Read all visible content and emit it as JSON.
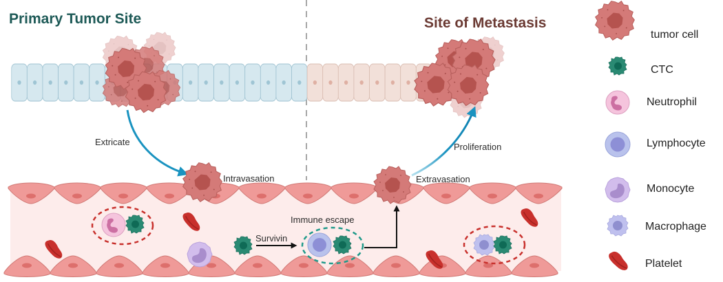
{
  "titles": {
    "primary": "Primary Tumor Site",
    "metastasis": "Site of Metastasis"
  },
  "colors": {
    "primary_title": "#1e5a57",
    "metastasis_title": "#6b3a33",
    "tumor_cell": "#d47a78",
    "tumor_nucleus": "#b5534f",
    "ctc": "#2a8a73",
    "neutrophil": "#f0b6d4",
    "lymphocyte": "#a9b2e3",
    "monocyte": "#c9b3e6",
    "macrophage": "#b8b9ea",
    "platelet": "#c8302c",
    "arrow_blue": "#1a93c0",
    "vessel_wall": "#ef9a98",
    "vessel_lumen": "#fdeceb",
    "epithelium_primary": "#cfe4ec",
    "epithelium_metastasis": "#f1ddd6"
  },
  "process_labels": {
    "extricate": "Extricate",
    "intravasation": "Intravasation",
    "survivin": "Survivin",
    "immune_escape": "Immune escape",
    "extravasation": "Extravasation",
    "proliferation": "Proliferation"
  },
  "legend": [
    {
      "icon": "tumor-cell-icon",
      "label": "tumor cell"
    },
    {
      "icon": "ctc-icon",
      "label": "CTC"
    },
    {
      "icon": "neutrophil-icon",
      "label": "Neutrophil"
    },
    {
      "icon": "lymphocyte-icon",
      "label": "Lymphocyte"
    },
    {
      "icon": "monocyte-icon",
      "label": "Monocyte"
    },
    {
      "icon": "macrophage-icon",
      "label": "Macrophage"
    },
    {
      "icon": "platelet-icon",
      "label": "Platelet"
    }
  ]
}
